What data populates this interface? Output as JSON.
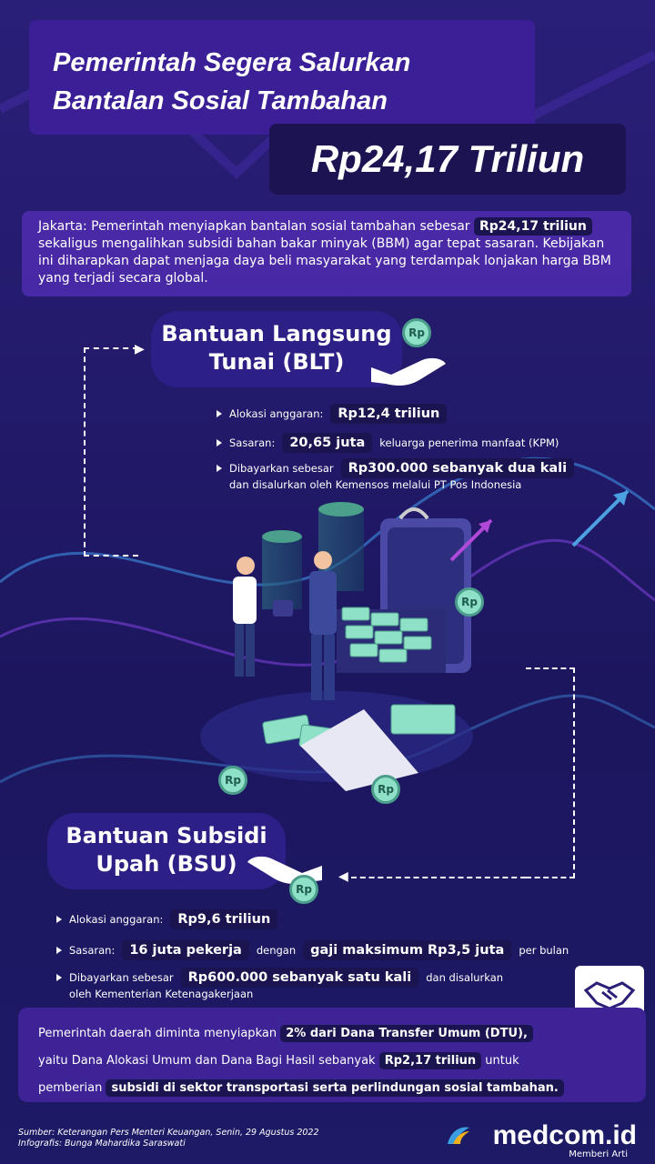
{
  "header": {
    "title_line1": "Pemerintah Segera Salurkan",
    "title_line2": "Bantalan Sosial Tambahan",
    "amount": "Rp24,17 Triliun"
  },
  "intro": {
    "p1": "Jakarta: Pemerintah menyiapkan bantalan sosial tambahan sebesar",
    "hl": "Rp24,17 triliun",
    "p2": "sekaligus mengalihkan subsidi bahan bakar minyak (BBM) agar tepat sasaran. Kebijakan ini diharapkan dapat menjaga daya beli masyarakat yang terdampak lonjakan harga BBM yang terjadi secara global."
  },
  "blt": {
    "title_line1": "Bantuan Langsung",
    "title_line2": "Tunai (BLT)",
    "coin": "Rp",
    "alokasi_label": "Alokasi anggaran:",
    "alokasi_value": "Rp12,4 triliun",
    "sasaran_label": "Sasaran:",
    "sasaran_value": "20,65 juta",
    "sasaran_rest": "keluarga penerima manfaat (KPM)",
    "bayar_label": "Dibayarkan sebesar",
    "bayar_value": "Rp300.000 sebanyak dua kali",
    "bayar_rest": "dan disalurkan oleh Kemensos melalui PT Pos Indonesia"
  },
  "bsu": {
    "title_line1": "Bantuan Subsidi",
    "title_line2": "Upah (BSU)",
    "coin": "Rp",
    "alokasi_label": "Alokasi anggaran:",
    "alokasi_value": "Rp9,6 triliun",
    "sasaran_label": "Sasaran:",
    "sasaran_value": "16 juta pekerja",
    "sasaran_mid": "dengan",
    "sasaran_value2": "gaji maksimum Rp3,5 juta",
    "sasaran_rest": "per bulan",
    "bayar_label": "Dibayarkan sebesar",
    "bayar_value": "Rp600.000 sebanyak satu kali",
    "bayar_rest": "dan disalurkan",
    "bayar_rest2": "oleh Kementerian Ketenagakerjaan"
  },
  "bottom": {
    "t1": "Pemerintah daerah diminta menyiapkan",
    "h1": "2% dari Dana Transfer Umum (DTU),",
    "t2": "yaitu Dana Alokasi Umum dan Dana Bagi Hasil sebanyak",
    "h2": "Rp2,17 triliun",
    "t3": "untuk",
    "t4": "pemberian",
    "h3": "subsidi di sektor transportasi serta perlindungan sosial tambahan."
  },
  "footer": {
    "source": "Sumber: Keterangan Pers Menteri Keuangan, Senin, 29 Agustus 2022",
    "infografis": "Infografis: Bunga Mahardika Saraswati",
    "logo": "medcom.id",
    "tagline": "Memberi Arti"
  },
  "illustration": {
    "coin_label": "Rp"
  },
  "colors": {
    "accent": "#3a1f96",
    "highlight": "#1a1450",
    "coin": "#8ee0c7"
  }
}
